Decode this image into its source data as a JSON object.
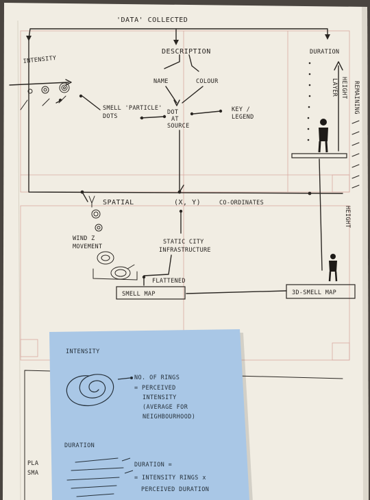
{
  "header": {
    "title": "'DATA' COLLECTED"
  },
  "top_section": {
    "intensity": "INTENSITY",
    "description": "DESCRIPTION",
    "duration": "DURATION",
    "name": "NAME",
    "colour": "COLOUR",
    "smell_particle_line1": "SMELL 'PARTICLE'",
    "smell_particle_line2": "DOTS",
    "dot_source_line1": "DOT",
    "dot_source_line2": "AT",
    "dot_source_line3": "SOURCE",
    "key_line1": "KEY /",
    "key_line2": "LEGEND",
    "layer": "LAYER",
    "height_vertical": "HEIGHT",
    "remaining_vertical": "REMAINING"
  },
  "middle_section": {
    "spatial_left": "SPATIAL",
    "spatial_mid": "(X, Y)",
    "spatial_right": "CO-ORDINATES",
    "height_right": "HEIGHT",
    "wind_line1": "WIND  Z",
    "wind_line2": "MOVEMENT",
    "static_line1": "STATIC CITY",
    "static_line2": "INFRASTRUCTURE",
    "flattened": "FLATTENED",
    "smell_map": "SMELL MAP",
    "smell_map_3d": "3D-SMELL MAP"
  },
  "sticky_note": {
    "intensity_title": "INTENSITY",
    "rings_line1": "NO. OF RINGS",
    "rings_line2": "= PERCEIVED",
    "rings_line3": "INTENSITY",
    "rings_line4": "(AVERAGE FOR",
    "rings_line5": "NEIGHBOURHOOD)",
    "duration_title": "DURATION",
    "dur_line1": "DURATION =",
    "dur_line2": "= INTENSITY RINGS x",
    "dur_line3": "PERCEIVED DURATION"
  },
  "bottom_section": {
    "partial_line1": "PLA",
    "partial_line2": "SMA"
  }
}
